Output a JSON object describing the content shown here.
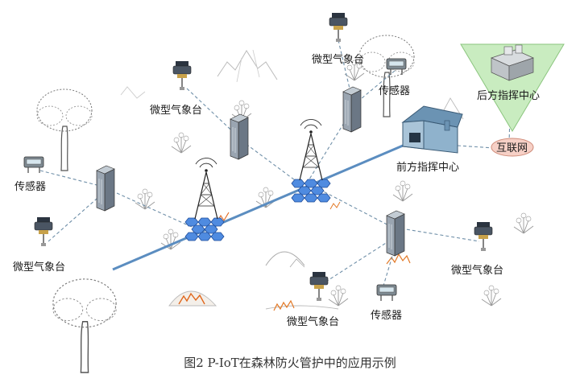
{
  "labels": {
    "weather_station_top": "微型气象台",
    "sensor_top": "传感器",
    "rear_command_center": "后方指挥中心",
    "weather_station_upper_left": "微型气象台",
    "front_command_center": "前方指挥中心",
    "internet": "互联网",
    "sensor_left": "传感器",
    "weather_station_left": "微型气象台",
    "weather_station_right": "微型气象台",
    "weather_station_bottom": "微型气象台",
    "sensor_bottom": "传感器"
  },
  "caption": "图2    P-IoT在森林防火管护中的应用示例",
  "colors": {
    "backbone": "#5b8dc0",
    "dashed": "#6f8fa8",
    "rear_triangle": "#c9ecc0",
    "internet_bubble": "#f6d0c6",
    "house": "#8fb2cc",
    "hex_grid": "#3d6fc0"
  }
}
